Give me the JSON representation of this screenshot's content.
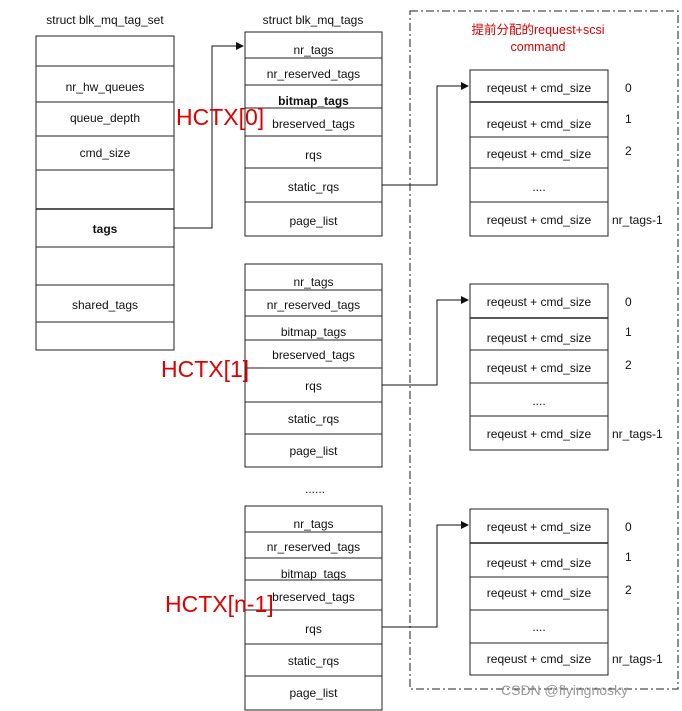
{
  "tag_set": {
    "title": "struct blk_mq_tag_set",
    "fields": [
      "",
      "nr_hw_queues",
      "queue_depth",
      "cmd_size",
      "",
      "tags",
      "",
      "shared_tags",
      ""
    ]
  },
  "tags_struct": {
    "title": "struct blk_mq_tags",
    "fields": [
      "nr_tags",
      "nr_reserved_tags",
      "bitmap_tags",
      "breserved_tags",
      "rqs",
      "static_rqs",
      "page_list"
    ]
  },
  "hctx_labels": [
    "HCTX[0]",
    "HCTX[1]",
    "HCTX[n-1]"
  ],
  "ellipsis": "......",
  "prealloc_note": "提前分配的request+scsi command",
  "request_rows": [
    "reqeust + cmd_size",
    "reqeust + cmd_size",
    "reqeust + cmd_size",
    "....",
    "reqeust + cmd_size"
  ],
  "request_indices": [
    "0",
    "1",
    "2",
    "",
    "nr_tags-1"
  ],
  "watermark": "CSDN @flyingnosky"
}
